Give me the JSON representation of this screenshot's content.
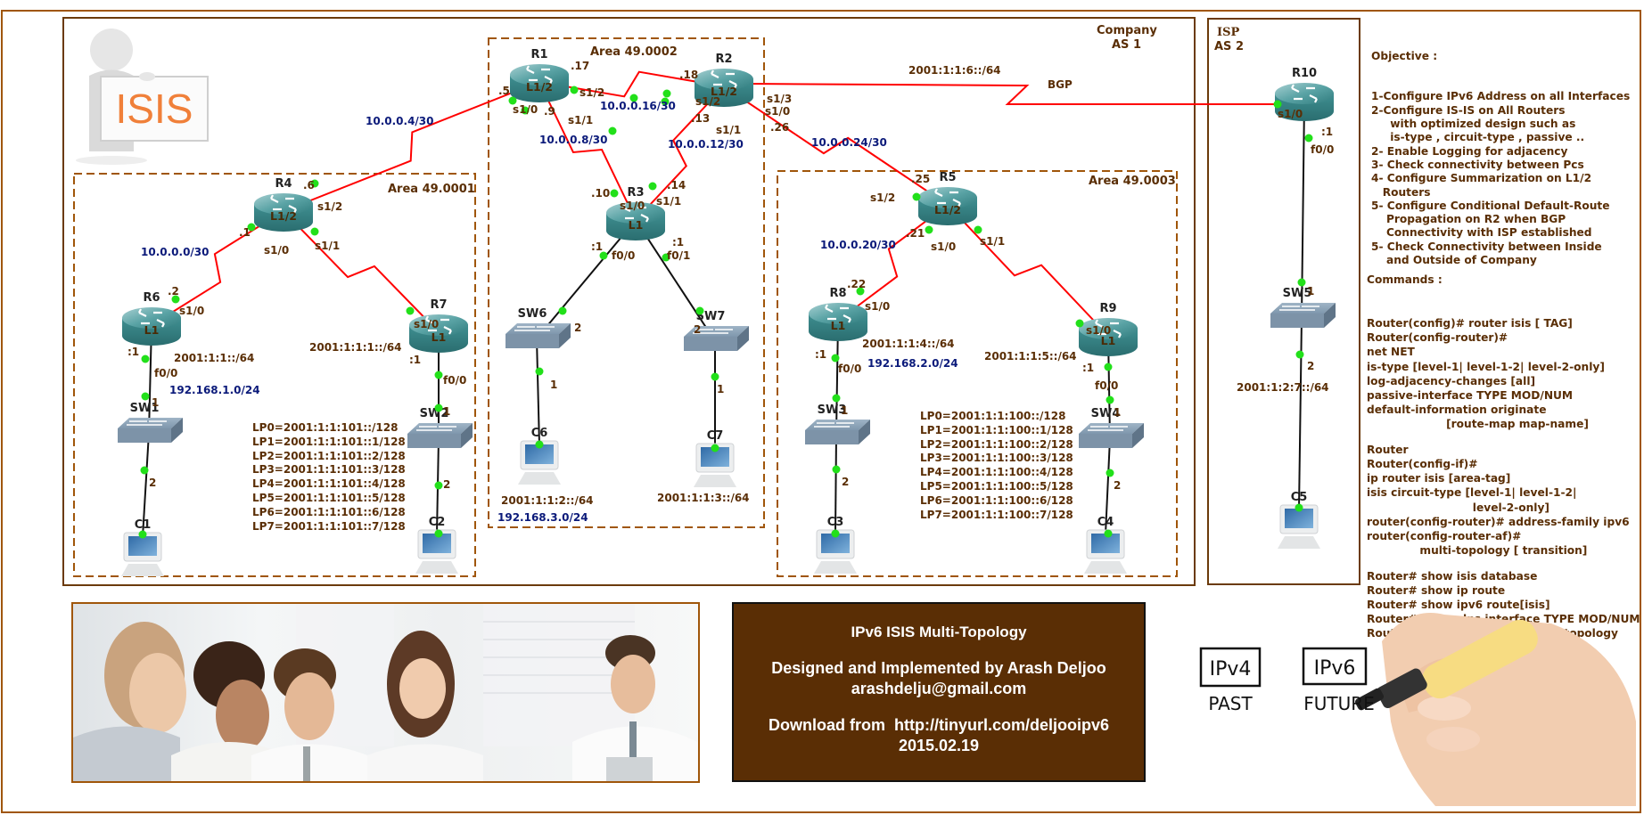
{
  "company": {
    "name": "Company",
    "as": "AS 1"
  },
  "isp": {
    "name": "ISP",
    "as": "AS 2"
  },
  "logo": {
    "text": "ISIS",
    "color": "#f0803a"
  },
  "areas": [
    {
      "id": "area1",
      "label": "Area 49.0001"
    },
    {
      "id": "area2",
      "label": "Area 49.0002"
    },
    {
      "id": "area3",
      "label": "Area 49.0003"
    }
  ],
  "colors": {
    "serial_link": "#ff0000",
    "ethernet_link": "#111111",
    "port_dot": "#22e01a",
    "router": "#3d8a8c",
    "frame": "#a0560a",
    "box": "#6b3a0a",
    "subnet_text": "#0b1a7a",
    "label_text": "#5a2e05"
  },
  "routers": [
    {
      "name": "R1",
      "level": "L1/2"
    },
    {
      "name": "R2",
      "level": "L1/2"
    },
    {
      "name": "R3",
      "level": "L1"
    },
    {
      "name": "R4",
      "level": "L1/2"
    },
    {
      "name": "R5",
      "level": "L1/2"
    },
    {
      "name": "R6",
      "level": "L1"
    },
    {
      "name": "R7",
      "level": "L1"
    },
    {
      "name": "R8",
      "level": "L1"
    },
    {
      "name": "R9",
      "level": "L1"
    },
    {
      "name": "R10",
      "level": ""
    }
  ],
  "switches": [
    "SW1",
    "SW2",
    "SW3",
    "SW4",
    "SW5",
    "SW6",
    "SW7"
  ],
  "pcs": [
    "C1",
    "C2",
    "C3",
    "C4",
    "C5",
    "C6",
    "C7"
  ],
  "labels": {
    "r1_s12_ip": ".17",
    "r1_s12": "s1/2",
    "r1_s10_ip": ".5",
    "r1_s10": "s1/0",
    "r1_s11_ip": ".9",
    "r1_s11": "s1/1",
    "r2_s12_ip": ".18",
    "r2_s12": "s1/2",
    "r2_s11_ip": ".13",
    "r2_s11": "s1/1",
    "r2_s13": "s1/3",
    "r2_s10": "s1/0",
    "r2_s10_ip": ".26",
    "r3_s10_ip": ".10",
    "r3_s10": "s1/0",
    "r3_s11_ip": ".14",
    "r3_s11": "s1/1",
    "r3_f00_ip": ":1",
    "r3_f00": "f0/0",
    "r3_f01_ip": ":1",
    "r3_f01": "f0/1",
    "r4_s12_ip": ".6",
    "r4_s12": "s1/2",
    "r4_s10_ip": ".1",
    "r4_s10": "s1/0",
    "r4_s11": "s1/1",
    "r5_s12_ip": ".25",
    "r5_s12": "s1/2",
    "r5_s10_ip": ".21",
    "r5_s10": "s1/0",
    "r5_s11": "s1/1",
    "r6_s10_ip": ".2",
    "r6_s10": "s1/0",
    "r6_f00_ip": ":1",
    "r6_f00": "f0/0",
    "r7_s10": "s1/0",
    "r7_f00_ip": ":1",
    "r7_f00": "f0/0",
    "r8_s10_ip": ".22",
    "r8_s10": "s1/0",
    "r8_f00_ip": ":1",
    "r8_f00": "f0/0",
    "r9_s10": "s1/0",
    "r9_f00_ip": ":1",
    "r9_f00": "f0/0",
    "r10_s10": "s1/0",
    "r10_f00_ip": ":1",
    "r10_f00": "f0/0",
    "sw1_p1": "1",
    "sw1_p2": "2",
    "sw2_p1": "1",
    "sw2_p2": "2",
    "sw3_p1": "1",
    "sw3_p2": "2",
    "sw4_p1": "1",
    "sw4_p2": "2",
    "sw5_p1": "1",
    "sw5_p2": "2",
    "sw6_p2": "2",
    "sw6_p1": "1",
    "sw7_p2": "2",
    "sw7_p1": "1"
  },
  "subnets": {
    "r1_r4": "10.0.0.4/30",
    "r1_r2": "10.0.0.16/30",
    "r1_r3": "10.0.0.8/30",
    "r2_r3": "10.0.0.12/30",
    "r2_r5": "10.0.0.24/30",
    "r4_r6": "10.0.0.0/30",
    "r5_r8": "10.0.0.20/30",
    "lan1_v6": "2001:1:1::/64",
    "lan1_v4": "192.168.1.0/24",
    "lan2_v6": "2001:1:1:1::/64",
    "lan3_v6": "2001:1:1:2::/64",
    "lan3_v4": "192.168.3.0/24",
    "lan4_v6": "2001:1:1:3::/64",
    "lan5_v6": "2001:1:1:4::/64",
    "lan5_v4": "192.168.2.0/24",
    "lan6_v6": "2001:1:1:5::/64",
    "bgp_v6": "2001:1:1:6::/64",
    "bgp_label": "BGP",
    "isp_lan_v6": "2001:1:2:7::/64"
  },
  "loopbacks_r7": [
    "LP0=2001:1:1:101::/128",
    "LP1=2001:1:1:101::1/128",
    "LP2=2001:1:1:101::2/128",
    "LP3=2001:1:1:101::3/128",
    "LP4=2001:1:1:101::4/128",
    "LP5=2001:1:1:101::5/128",
    "LP6=2001:1:1:101::6/128",
    "LP7=2001:1:1:101::7/128"
  ],
  "loopbacks_r9": [
    "LP0=2001:1:1:100::/128",
    "LP1=2001:1:1:100::1/128",
    "LP2=2001:1:1:100::2/128",
    "LP3=2001:1:1:100::3/128",
    "LP4=2001:1:1:100::4/128",
    "LP5=2001:1:1:100::5/128",
    "LP6=2001:1:1:100::6/128",
    "LP7=2001:1:1:100::7/128"
  ],
  "objectives": {
    "title": "Objective :",
    "items": [
      "1-Configure IPv6 Address on all Interfaces",
      "2-Configure IS-IS on All Routers",
      "     with optimized design such as",
      "     is-type , circuit-type , passive ..",
      "2- Enable Logging for adjacency",
      "3- Check connectivity between Pcs",
      "4- Configure Summarization on L1/2",
      "   Routers",
      "5- Configure Conditional Default-Route",
      "    Propagation on R2 when BGP",
      "    Connectivity with ISP established",
      "5- Check Connectivity between Inside",
      "    and Outside of Company"
    ]
  },
  "commands": {
    "title": "Commands :",
    "items": [
      "Router(config)# router isis [ TAG]",
      "Router(config-router)#",
      "net NET",
      "is-type [level-1| level-1-2| level-2-only]",
      "log-adjacency-changes [all]",
      "passive-interface TYPE MOD/NUM",
      "default-information originate",
      "                     [route-map map-name]",
      "",
      "Router",
      "Router(config-if)#",
      "ip router isis [area-tag]",
      "isis circuit-type [level-1| level-1-2|",
      "                            level-2-only]",
      "router(config-router)# address-family ipv6",
      "router(config-router-af)#",
      "              multi-topology [ transition]",
      "",
      "Router# show isis database",
      "Router# show ip route",
      "Router# show ipv6 route[isis]",
      "Router# show clns interface TYPE MOD/NUM",
      "Router# show isis [TAG][ipv6|*] topology"
    ]
  },
  "info_box": {
    "title": "IPv6 ISIS Multi-Topology",
    "designed_by": "Designed and Implemented by Arash Deljoo",
    "email": "arashdelju@gmail.com",
    "download": "Download from  http://tinyurl.com/deljooipv6",
    "date": "2015.02.19"
  },
  "hand_image": {
    "box1": "IPv4",
    "caption1": "PAST",
    "box2": "IPv6",
    "caption2": "FUTURE"
  },
  "photo": {
    "alt": "business team photo"
  }
}
